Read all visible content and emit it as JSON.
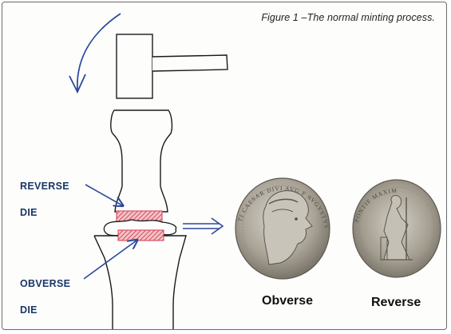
{
  "caption": "Figure 1 –The normal minting process.",
  "labels": {
    "reverse_die": [
      "REVERSE",
      "DIE"
    ],
    "obverse_die": [
      "OBVERSE",
      "DIE"
    ]
  },
  "coins": {
    "obverse": {
      "label": "Obverse",
      "legend_text": "TI CAESAR DIVI AVG F AVGVSTVS"
    },
    "reverse": {
      "label": "Reverse",
      "legend_text": "PONTIF MAXIM"
    }
  },
  "colors": {
    "ink": "#1a1a1a",
    "blue_pen": "#2a4a9a",
    "label_blue": "#1a3766",
    "die_red": "#d84a5c",
    "coin_silver": "#b5b0a6"
  }
}
